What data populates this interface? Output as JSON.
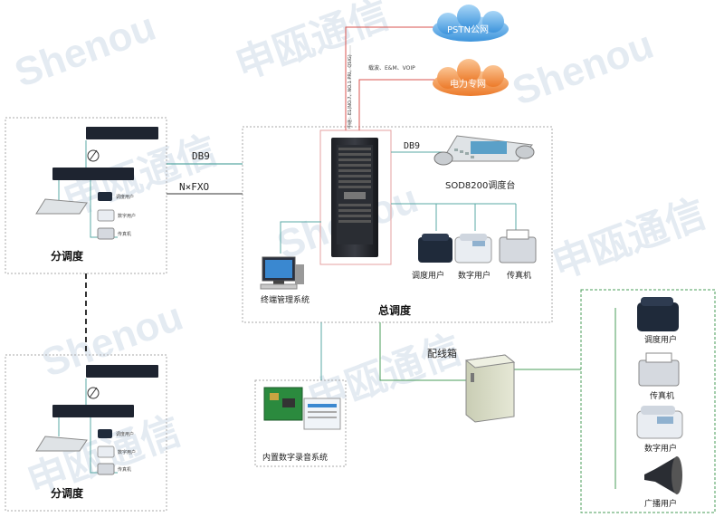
{
  "watermark": {
    "brand_latin": "Shenou",
    "brand_cjk": "申瓯通信",
    "color": "#cfdbe8"
  },
  "cloud_pstn": {
    "label": "PSTN公网",
    "color": "#4aa3e8"
  },
  "cloud_power": {
    "label": "电力专网",
    "color": "#f08a3c"
  },
  "trunk_labels": {
    "vertical": "中继：E1(NO.7、NO.1 PRI、QSIG)",
    "branch": "载波、E&M、VOIP"
  },
  "link_db9_left": "DB9",
  "link_nfxo": "N×FXO",
  "link_db9_right": "DB9",
  "console_label": "SOD8200调度台",
  "main_phones": {
    "dispatch": "调度用户",
    "digital": "数字用户",
    "fax": "传真机"
  },
  "terminal_label": "终端管理系统",
  "hq_label": "总调度",
  "sub_station_label": "分调度",
  "sub_small_labels": {
    "dispatch": "调度用户",
    "digital": "数字用户",
    "fax": "传真机"
  },
  "recording_label": "内置数字录音系统",
  "distribution_label": "配线箱",
  "right_users": {
    "dispatch": "调度用户",
    "fax": "传真机",
    "digital": "数字用户",
    "broadcast": "广播用户"
  },
  "colors": {
    "line_teal": "#5aa9a5",
    "line_red": "#d9534f",
    "line_green": "#4a9c5a",
    "box_border": "#999999"
  }
}
